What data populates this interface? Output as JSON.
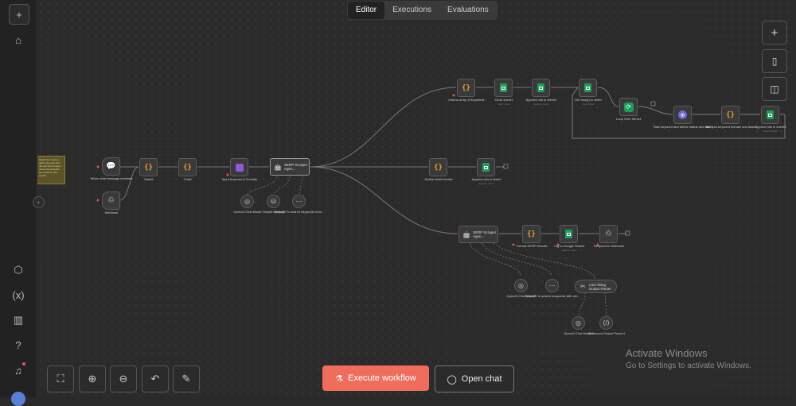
{
  "tabs": [
    "Editor",
    "Executions",
    "Evaluations"
  ],
  "active_tab": "Editor",
  "sidebar": {
    "top": [
      "plus-icon",
      "home-icon"
    ],
    "bottom": [
      "templates-icon",
      "variables-icon",
      "insights-icon",
      "help-icon",
      "notifications-icon"
    ]
  },
  "right_toolbar": [
    "plus-icon",
    "sticky-note-icon",
    "panel-icon"
  ],
  "bottom_toolbar": {
    "tools": [
      "fit-view-icon",
      "zoom-in-icon",
      "zoom-out-icon",
      "undo-icon",
      "tidy-up-icon"
    ],
    "execute_label": "Execute workflow",
    "chat_label": "Open chat"
  },
  "watermark": {
    "title": "Activate Windows",
    "subtitle": "Go to Settings to activate Windows."
  },
  "sticky_note": "Switch the input to define the area that the tool will compare those that websites are worth it in the search",
  "colors": {
    "canvas": "#2b2b2b",
    "accent": "#ee6d5c",
    "sheets_green": "#1e9e5a",
    "code_orange": "#f0a030"
  },
  "nodes": [
    {
      "label": "When chat message received",
      "sub": "",
      "icon": "chat-icon"
    },
    {
      "label": "Webhook",
      "sub": "",
      "icon": "webhook-icon"
    },
    {
      "label": "Switch",
      "sub": "",
      "icon": "code-icon"
    },
    {
      "label": "Code",
      "sub": "",
      "icon": "code-icon"
    },
    {
      "label": "Input Keyword & Domain",
      "sub": "",
      "icon": "edit-icon"
    },
    {
      "label": "SERP Scraper Agen...",
      "sub": "",
      "icon": "agent-icon"
    },
    {
      "label": "OpenAI Chat Model",
      "sub": "",
      "icon": "openai-icon"
    },
    {
      "label": "Simple Memory",
      "sub": "",
      "icon": "memory-icon"
    },
    {
      "label": "SerpAPI to search keywords from...",
      "sub": "",
      "icon": "serpapi-icon"
    },
    {
      "label": "returns array of keywords",
      "sub": "",
      "icon": "code-icon"
    },
    {
      "label": "Clear sheet1",
      "sub": "clear: sheet",
      "icon": "sheets-icon"
    },
    {
      "label": "Append row in sheet1",
      "sub": "append: sheet",
      "icon": "sheets-icon"
    },
    {
      "label": "Get row(s) in sheet",
      "sub": "read: sheet",
      "icon": "sheets-icon"
    },
    {
      "label": "Loop Over Items1",
      "sub": "",
      "icon": "loop-icon"
    },
    {
      "label": "Take keyword and define status and date2",
      "sub": "",
      "icon": "http-icon"
    },
    {
      "label": "take just keyword domain and date2",
      "sub": "",
      "icon": "code-icon"
    },
    {
      "label": "Append row in sheet3",
      "sub": "append: sheet",
      "icon": "sheets-icon"
    },
    {
      "label": "Define sheet format",
      "sub": "",
      "icon": "code-icon"
    },
    {
      "label": "Append row in sheet",
      "sub": "append: sheet",
      "icon": "sheets-icon"
    },
    {
      "label": "SERP Scraper Agen...",
      "sub": "",
      "icon": "agent-icon"
    },
    {
      "label": "Format SERP Results",
      "sub": "",
      "icon": "code-icon"
    },
    {
      "label": "Log to Google Sheets",
      "sub": "append: sheet",
      "icon": "sheets-icon"
    },
    {
      "label": "Respond to Webhook",
      "sub": "",
      "icon": "webhook-icon"
    },
    {
      "label": "OpenAI Chat Model1",
      "sub": "",
      "icon": "openai-icon"
    },
    {
      "label": "SerpAPI to search keywords with oth...",
      "sub": "",
      "icon": "serpapi-icon"
    },
    {
      "label": "Auto-fixing Output Parser",
      "sub": "",
      "icon": "parser-icon"
    },
    {
      "label": "OpenAI Chat Model2",
      "sub": "",
      "icon": "openai-icon"
    },
    {
      "label": "Structured Output Parser1",
      "sub": "",
      "icon": "parser-icon"
    }
  ]
}
